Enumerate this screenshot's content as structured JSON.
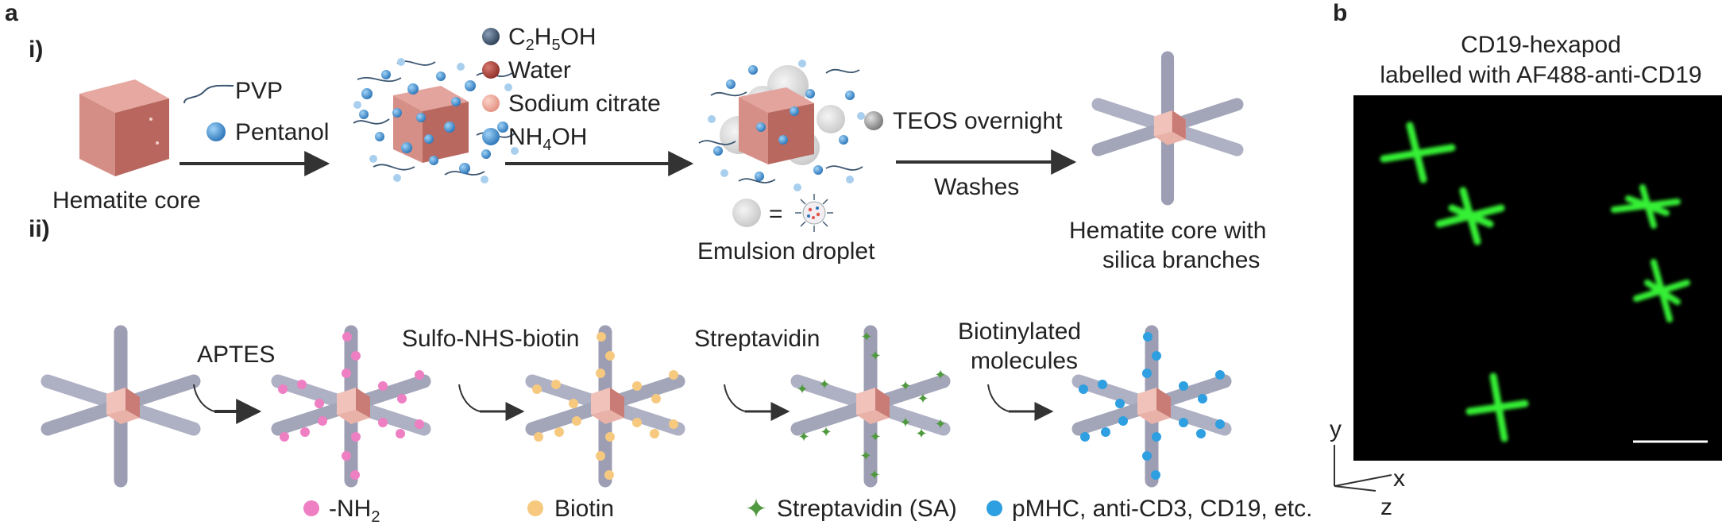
{
  "panel_a": {
    "label": "a",
    "row1": {
      "label": "i)",
      "core_label": "Hematite core",
      "pvp": "PVP",
      "pentanol": "Pentanol",
      "ethanol_main": "C",
      "ethanol_sub1": "2",
      "ethanol_mid": "H",
      "ethanol_sub2": "5",
      "ethanol_tail": "OH",
      "water": "Water",
      "sodium_citrate": "Sodium citrate",
      "nh4oh_main": "NH",
      "nh4oh_sub": "4",
      "nh4oh_tail": "OH",
      "equals": "=",
      "emulsion_label": "Emulsion droplet",
      "teos": "TEOS overnight",
      "washes": "Washes",
      "product_line1": "Hematite core with",
      "product_line2": "silica branches"
    },
    "row2": {
      "label": "ii)",
      "step1": "APTES",
      "step2": "Sulfo-NHS-biotin",
      "step3": "Streptavidin",
      "step4_line1": "Biotinylated",
      "step4_line2": "molecules",
      "legend_nh2_main": "-NH",
      "legend_nh2_sub": "2",
      "legend_biotin": "Biotin",
      "legend_sa": "Streptavidin (SA)",
      "legend_pmhc": "pMHC, anti-CD3, CD19, etc."
    }
  },
  "panel_b": {
    "label": "b",
    "title_line1": "CD19-hexapod",
    "title_line2": "labelled with AF488-anti-CD19",
    "axis_y": "y",
    "axis_x": "x",
    "axis_z": "z"
  },
  "colors": {
    "hematite": "#c97b76",
    "hematite_core": "#e8a9a0",
    "silica": "#a7a8bb",
    "nh2": "#ef7fc3",
    "biotin": "#f6c97f",
    "streptavidin": "#4f9a3f",
    "pmhc": "#2e9fe0",
    "fluorescence": "#2fe82f",
    "arrow": "#333333"
  }
}
